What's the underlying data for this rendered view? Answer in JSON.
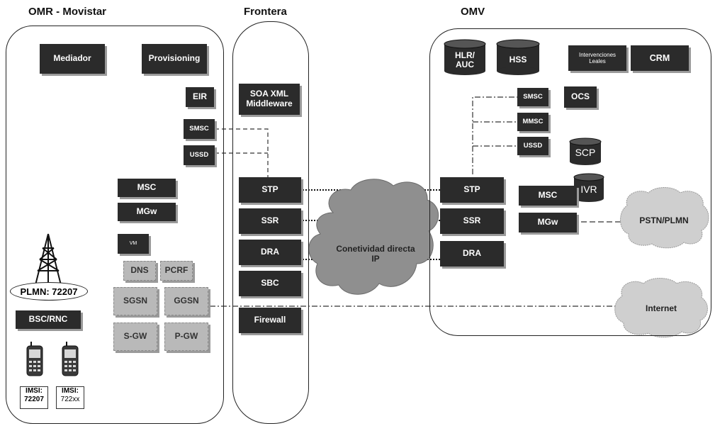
{
  "titles": {
    "omr": "OMR - Movistar",
    "frontera": "Frontera",
    "omv": "OMV"
  },
  "omr": {
    "mediador": "Mediador",
    "provisioning": "Provisioning",
    "eir": "EIR",
    "smsc": "SMSC",
    "ussd": "USSD",
    "msc": "MSC",
    "mgw": "MGw",
    "vm": "VM",
    "dns": "DNS",
    "pcrf": "PCRF",
    "sgsn": "SGSN",
    "ggsn": "GGSN",
    "sgw": "S-GW",
    "pgw": "P-GW",
    "plmn": "PLMN: 72207",
    "bsc": "BSC/RNC",
    "imsi1_label": "IMSI:",
    "imsi1_value": "72207",
    "imsi2_label": "IMSI:",
    "imsi2_value": "722xx"
  },
  "frontera": {
    "soa_line1": "SOA XML",
    "soa_line2": "Middleware",
    "stp": "STP",
    "ssr": "SSR",
    "dra": "DRA",
    "sbc": "SBC",
    "firewall": "Firewall"
  },
  "cloud": {
    "line1": "Conetividad directa",
    "line2": "IP"
  },
  "omv": {
    "hlr_line1": "HLR/",
    "hlr_line2": "AUC",
    "hss": "HSS",
    "interv_line1": "Intervenciones",
    "interv_line2": "Leales",
    "crm": "CRM",
    "smsc": "SMSC",
    "ocs": "OCS",
    "mmsc": "MMSC",
    "ussd": "USSD",
    "scp": "SCP",
    "ivr": "IVR",
    "stp": "STP",
    "ssr": "SSR",
    "dra": "DRA",
    "msc": "MSC",
    "mgw": "MGw"
  },
  "external": {
    "pstn": "PSTN/PLMN",
    "internet": "Internet"
  },
  "colors": {
    "box_dark": "#2b2b2b",
    "box_gray": "#b9b9b9",
    "cloud": "#8f8f8f"
  }
}
